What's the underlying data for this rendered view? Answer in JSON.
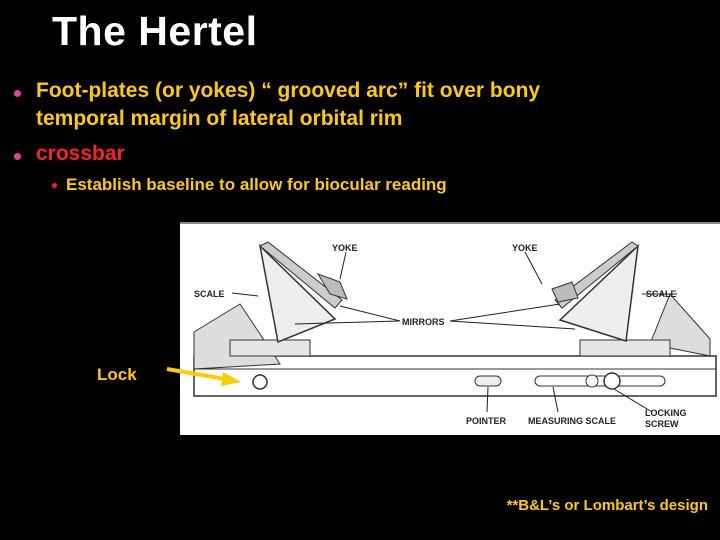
{
  "slide": {
    "title": "The Hertel",
    "bullets": [
      {
        "level": 1,
        "lines": [
          "Foot-plates (or yokes) “ grooved arc” fit over bony",
          "temporal margin of lateral orbital rim"
        ],
        "color": "#ffcc00"
      },
      {
        "level": 1,
        "lines": [
          "crossbar"
        ],
        "color": "#ff2020"
      },
      {
        "level": 2,
        "lines": [
          "Establish baseline to allow for biocular reading"
        ],
        "color": "#ffcc00"
      }
    ],
    "bullet_colors": {
      "level1": "#e8409a",
      "level2": "#ff2020"
    },
    "annotation": {
      "label": "Lock",
      "arrow_color": "#ffcc00"
    },
    "footer": "**B&L’s or Lombart’s design"
  },
  "figure": {
    "labels": {
      "yoke_left": "YOKE",
      "yoke_right": "YOKE",
      "scale_left": "SCALE",
      "scale_right": "SCALE",
      "mirrors": "MIRRORS",
      "pointer": "POINTER",
      "measuring_scale": "MEASURING SCALE",
      "locking_screw_1": "LOCKING",
      "locking_screw_2": "SCREW"
    }
  }
}
